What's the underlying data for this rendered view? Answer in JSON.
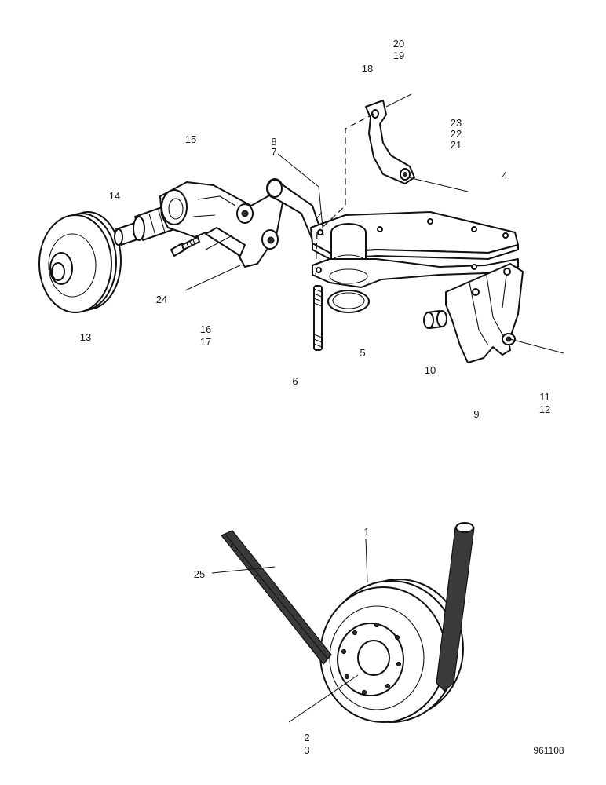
{
  "labels": {
    "p1": "1",
    "p2": "2",
    "p3": "3",
    "p4": "4",
    "p5": "5",
    "p6": "6",
    "p7": "7",
    "p8": "8",
    "p9": "9",
    "p10": "10",
    "p11": "11",
    "p12": "12",
    "p13": "13",
    "p14": "14",
    "p15": "15",
    "p16": "16",
    "p17": "17",
    "p18": "18",
    "p19": "19",
    "p20": "20",
    "p21": "21",
    "p22": "22",
    "p23": "23",
    "p24": "24",
    "p25": "25"
  },
  "reference": "961108"
}
